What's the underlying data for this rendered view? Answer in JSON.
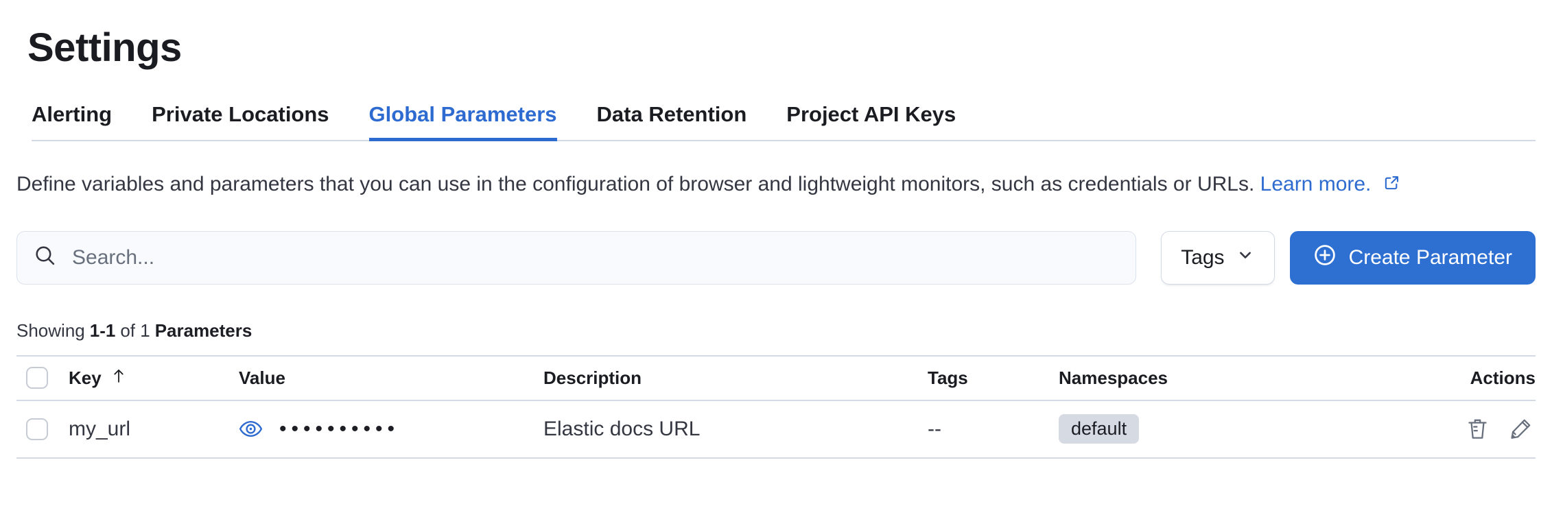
{
  "page": {
    "title": "Settings"
  },
  "tabs": [
    {
      "label": "Alerting",
      "active": false
    },
    {
      "label": "Private Locations",
      "active": false
    },
    {
      "label": "Global Parameters",
      "active": true
    },
    {
      "label": "Data Retention",
      "active": false
    },
    {
      "label": "Project API Keys",
      "active": false
    }
  ],
  "description": {
    "text": "Define variables and parameters that you can use in the configuration of browser and lightweight monitors, such as credentials or URLs.",
    "link_label": "Learn more."
  },
  "toolbar": {
    "search_placeholder": "Search...",
    "tags_filter_label": "Tags",
    "create_button_label": "Create Parameter"
  },
  "summary": {
    "prefix": "Showing",
    "range": "1-1",
    "middle": "of 1",
    "entity": "Parameters"
  },
  "table": {
    "columns": [
      "Key",
      "Value",
      "Description",
      "Tags",
      "Namespaces",
      "Actions"
    ],
    "sort": {
      "column": "Key",
      "direction": "ascending"
    },
    "rows": [
      {
        "key": "my_url",
        "value_masked": "••••••••••",
        "description": "Elastic docs URL",
        "tags": "--",
        "namespaces": [
          "default"
        ]
      }
    ]
  },
  "colors": {
    "primary_blue": "#2e6fd2",
    "link_blue": "#2e6bd0",
    "divider": "#d3dae6",
    "badge_bg": "#d5dae3",
    "text_dark": "#1a1c21",
    "text_body": "#343741",
    "icon_gray": "#69707d",
    "search_bg": "#f8fafd"
  }
}
